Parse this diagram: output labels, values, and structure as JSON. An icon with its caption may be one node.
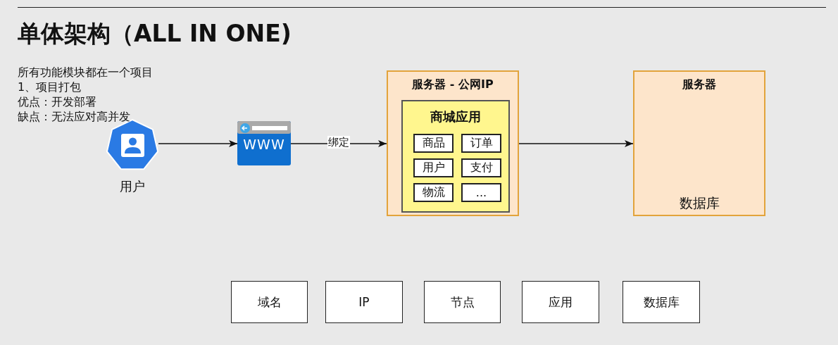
{
  "diagram": {
    "title": "单体架构（ALL IN ONE)",
    "nodes": [
      {
        "text": [],
        "shape": "person",
        "beside": [
          "用户"
        ]
      },
      {
        "text": [
          "WWW"
        ]
      },
      {
        "text": [
          "服务器 - 公网IP"
        ]
      },
      {
        "text": [
          "商城应用"
        ],
        "in": 2
      },
      {
        "text": [
          "商品"
        ],
        "in": 3
      },
      {
        "text": [
          "订单"
        ],
        "in": 3
      },
      {
        "text": [
          "用户"
        ],
        "in": 3
      },
      {
        "text": [
          "支付"
        ],
        "in": 3
      },
      {
        "text": [
          "物流"
        ],
        "in": 3
      },
      {
        "text": [
          "..."
        ],
        "in": 3
      },
      {
        "text": [
          "服务器"
        ]
      },
      {
        "text": [
          "域名"
        ]
      },
      {
        "text": [
          "IP"
        ]
      },
      {
        "text": [
          "节点"
        ]
      },
      {
        "text": [
          "应用"
        ]
      },
      {
        "text": [
          "数据库"
        ]
      }
    ],
    "edges": [
      {
        "from": 0,
        "to": 1,
        "arrow": "to"
      },
      {
        "from": 1,
        "to": 2,
        "arrow": "to",
        "label": "绑定"
      },
      {
        "from": 2,
        "to": 10,
        "arrow": "to"
      }
    ],
    "labels": [
      "所有功能模块都在一个项目",
      "1、项目打包",
      "优点：开发部署",
      "缺点：无法应对高并发",
      "数据库"
    ]
  }
}
